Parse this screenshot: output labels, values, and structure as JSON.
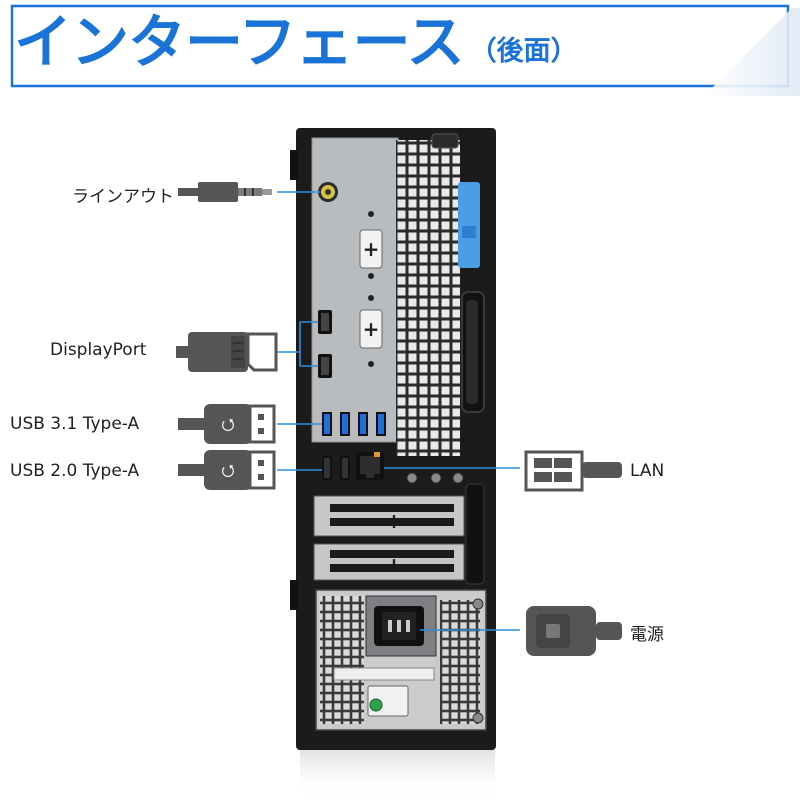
{
  "header": {
    "title": "インターフェース",
    "subtitle": "（後面）"
  },
  "ports": {
    "line_out": "ラインアウト",
    "displayport": "DisplayPort",
    "usb31": "USB 3.1 Type-A",
    "usb20": "USB 2.0 Type-A",
    "lan": "LAN",
    "power": "電源"
  },
  "colors": {
    "accent": "#1a73d6",
    "banner_frame": "#1a73d6",
    "leader_line": "#2a8ee0",
    "cable_gray": "#555555",
    "case_black": "#1b1b1b",
    "panel_gray": "#b9bcbf",
    "usb3_blue": "#1e6fd9",
    "latch_blue": "#4a9ee8"
  },
  "icons": [
    "audio-jack-plug-icon",
    "displayport-plug-icon",
    "usb-plug-icon",
    "rj45-plug-icon",
    "power-plug-icon"
  ]
}
